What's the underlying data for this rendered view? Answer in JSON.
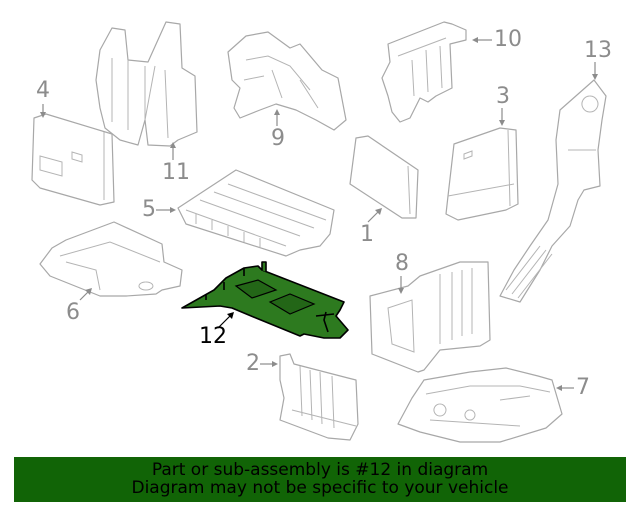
{
  "diagram": {
    "highlighted_part": "12",
    "colors": {
      "banner_bg": "#116406",
      "highlight_fill": "#2d7a1f",
      "line_art": "#a8a8a8",
      "callout_text": "#8c8c8c"
    },
    "callouts": [
      {
        "id": "1",
        "label": "1"
      },
      {
        "id": "2",
        "label": "2"
      },
      {
        "id": "3",
        "label": "3"
      },
      {
        "id": "4",
        "label": "4"
      },
      {
        "id": "5",
        "label": "5"
      },
      {
        "id": "6",
        "label": "6"
      },
      {
        "id": "7",
        "label": "7"
      },
      {
        "id": "8",
        "label": "8"
      },
      {
        "id": "9",
        "label": "9"
      },
      {
        "id": "10",
        "label": "10"
      },
      {
        "id": "11",
        "label": "11"
      },
      {
        "id": "12",
        "label": "12"
      },
      {
        "id": "13",
        "label": "13"
      }
    ]
  },
  "banner": {
    "line1": "Part or sub-assembly is #12 in diagram",
    "line2": "Diagram may not be specific to your vehicle"
  }
}
